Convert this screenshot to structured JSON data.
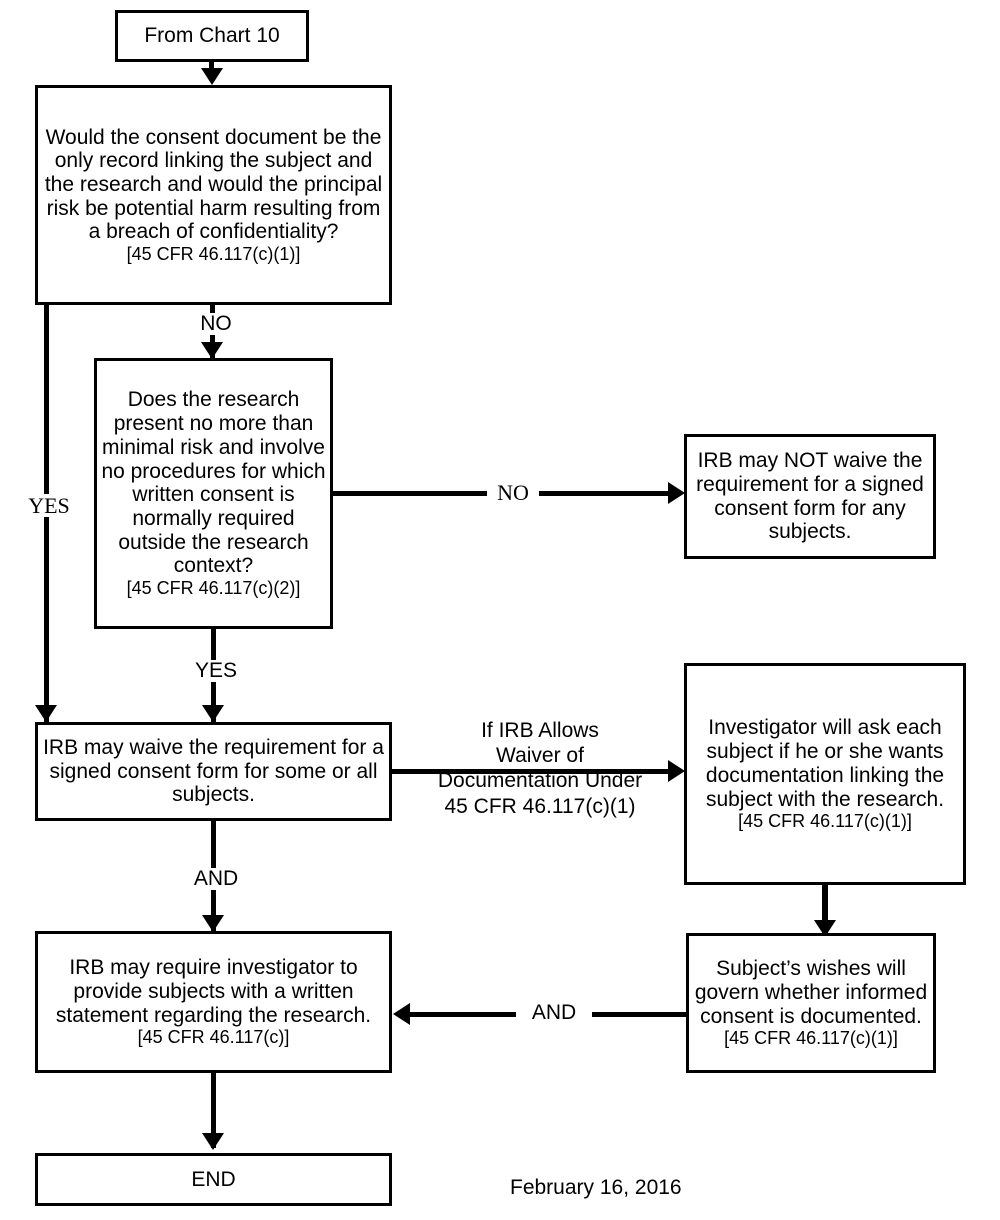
{
  "chart": {
    "title_reference": "From Chart 10",
    "date_stamp": "February 16, 2016"
  },
  "nodes": {
    "from_chart": {
      "label": "From Chart 10"
    },
    "q_confidentiality": {
      "body": "Would the consent document be the only record linking the subject and the research and would the principal risk be potential harm resulting from a breach of confidentiality?",
      "cite": "[45 CFR 46.117(c)(1)]"
    },
    "q_minimal_risk": {
      "body": "Does the research present no more than minimal risk and involve no procedures for which written consent is normally required outside the research context?",
      "cite": "[45 CFR 46.117(c)(2)]"
    },
    "irb_may_not_waive": {
      "body": "IRB may NOT waive the requirement for a signed consent form for any subjects.",
      "cite": ""
    },
    "irb_may_waive": {
      "body": "IRB may waive the requirement for a signed consent form for some or all subjects.",
      "cite": ""
    },
    "investigator_asks": {
      "body": "Investigator will ask each subject if he or she wants documentation linking the subject with the research.",
      "cite": "[45 CFR 46.117(c)(1)]"
    },
    "subject_wishes": {
      "body": "Subject’s wishes will govern whether informed consent is documented.",
      "cite": "[45 CFR 46.117(c)(1)]"
    },
    "irb_may_require": {
      "body": "IRB may require investigator to provide subjects with a written statement regarding the research.",
      "cite": "[45 CFR 46.117(c)]"
    },
    "end": {
      "label": "END"
    }
  },
  "edges": {
    "q1_yes": "YES",
    "q1_no": "NO",
    "q2_no": "NO",
    "q2_yes": "YES",
    "waive_and": "AND",
    "wishes_and": "AND",
    "waiver_note": "If IRB Allows\nWaiver of\nDocumentation Under\n45 CFR 46.117(c)(1)"
  }
}
